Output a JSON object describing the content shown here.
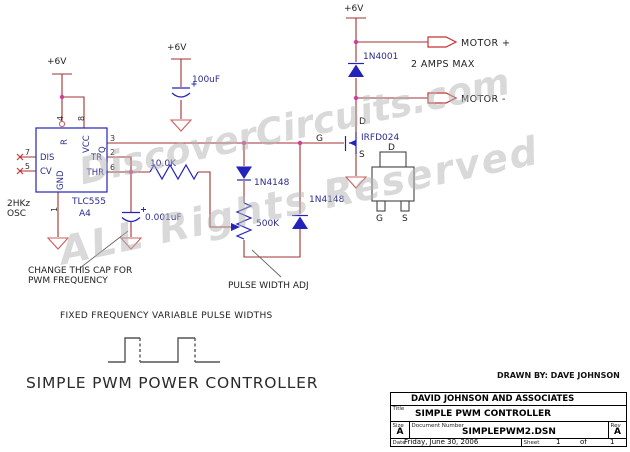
{
  "colors": {
    "wire": "#a13030",
    "cmp": "#2323bb",
    "navy": "#2b2b8e",
    "dot": "#cf3d9a",
    "gnd": "#cd5f5f",
    "red": "#c83232",
    "ink": "#222222",
    "wm": "#b4b4b4"
  },
  "watermark": {
    "line1": "DiscoverCircuits.com",
    "line2": "ALL Rights Reserved"
  },
  "power": {
    "left": "+6V",
    "mid": "+6V",
    "right": "+6V"
  },
  "ic": {
    "name": "TLC555",
    "ref": "A4",
    "pins": {
      "p1": {
        "num": "1",
        "name": "GND"
      },
      "p2": {
        "num": "2",
        "name": "TR"
      },
      "p3": {
        "num": "3",
        "name": "Q"
      },
      "p4": {
        "num": "4",
        "name": "R"
      },
      "p5": {
        "num": "5",
        "name": "CV"
      },
      "p6": {
        "num": "6",
        "name": "THR"
      },
      "p7": {
        "num": "7",
        "name": "DIS"
      },
      "p8": {
        "num": "8",
        "name": "VCC"
      }
    }
  },
  "components": {
    "r1": "10.0K",
    "c1": "0.001uF",
    "c2": "100uF",
    "d1": "1N4148",
    "d2": "1N4148",
    "d3": "1N4001",
    "pot": "500K",
    "q1": "IRFD024"
  },
  "labels": {
    "osc1": "2HKz",
    "osc2": "OSC",
    "gate": "G",
    "drain": "D",
    "source": "S",
    "pkg_d": "D",
    "pkg_g": "G",
    "pkg_s": "S",
    "motor_plus": "MOTOR +",
    "motor_minus": "MOTOR -",
    "amps": "2 AMPS MAX",
    "cap_note1": "CHANGE THIS CAP FOR",
    "cap_note2": "PWM FREQUENCY",
    "pot_note": "PULSE WIDTH ADJ",
    "wave_caption": "FIXED FREQUENCY VARIABLE PULSE WIDTHS",
    "main_title": "SIMPLE PWM POWER CONTROLLER",
    "drawn_by": "DRAWN BY: DAVE JOHNSON"
  },
  "titleblock": {
    "company": "DAVID JOHNSON AND ASSOCIATES",
    "title_label": "Title",
    "title": "SIMPLE PWM CONTROLLER",
    "size_label": "Size",
    "size": "A",
    "doc_label": "Document Number",
    "doc": "SIMPLEPWM2.DSN",
    "rev_label": "Rev",
    "rev": "A",
    "date_label": "Date",
    "date": "Friday, June 30, 2006",
    "sheet_label": "Sheet",
    "sheet": "1",
    "of": "of",
    "total": "1"
  }
}
